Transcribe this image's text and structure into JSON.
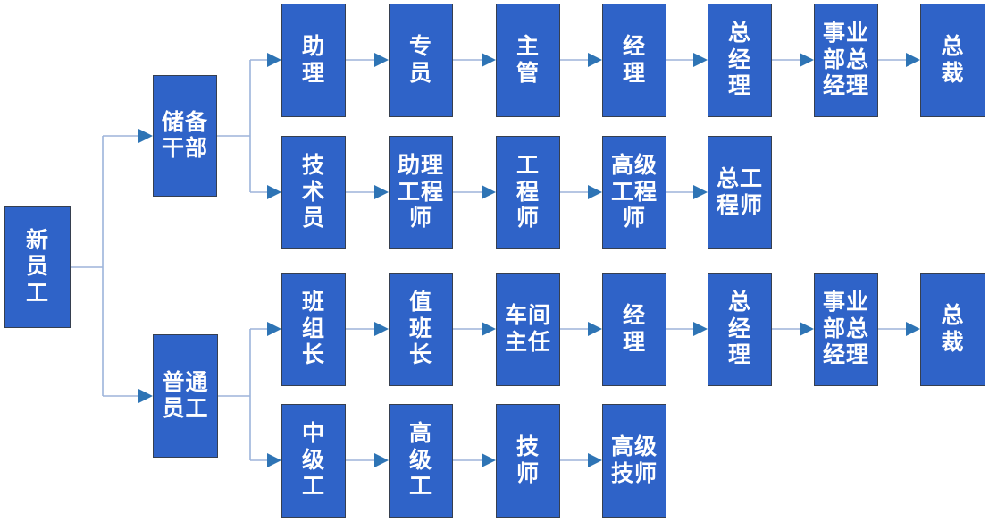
{
  "colors": {
    "box_fill": "#2f63c8",
    "box_border": "#363f4f",
    "text": "#ffffff",
    "connector_line": "#9db4da",
    "arrowhead": "#2e74b5",
    "background": "#ffffff"
  },
  "nodes": {
    "start": "新\n员\n工",
    "reserve": "储备\n干部",
    "ordinary": "普通\n员工",
    "mgmt1": "助\n理",
    "mgmt2": "专\n员",
    "mgmt3": "主\n管",
    "mgmt4": "经\n理",
    "mgmt5": "总\n经\n理",
    "mgmt6": "事业\n部总\n经理",
    "mgmt7": "总\n裁",
    "tech1": "技\n术\n员",
    "tech2": "助理\n工程\n师",
    "tech3": "工\n程\n师",
    "tech4": "高级\n工程\n师",
    "tech5": "总工\n程师",
    "ops1": "班\n组\n长",
    "ops2": "值\n班\n长",
    "ops3": "车间\n主任",
    "ops4": "经\n理",
    "ops5": "总\n经\n理",
    "ops6": "事业\n部总\n经理",
    "ops7": "总\n裁",
    "worker1": "中\n级\n工",
    "worker2": "高\n级\n工",
    "worker3": "技\n师",
    "worker4": "高级\n技师"
  },
  "edges": [
    [
      "start",
      "reserve"
    ],
    [
      "start",
      "ordinary"
    ],
    [
      "reserve",
      "mgmt1"
    ],
    [
      "reserve",
      "tech1"
    ],
    [
      "ordinary",
      "ops1"
    ],
    [
      "ordinary",
      "worker1"
    ],
    [
      "mgmt1",
      "mgmt2"
    ],
    [
      "mgmt2",
      "mgmt3"
    ],
    [
      "mgmt3",
      "mgmt4"
    ],
    [
      "mgmt4",
      "mgmt5"
    ],
    [
      "mgmt5",
      "mgmt6"
    ],
    [
      "mgmt6",
      "mgmt7"
    ],
    [
      "tech1",
      "tech2"
    ],
    [
      "tech2",
      "tech3"
    ],
    [
      "tech3",
      "tech4"
    ],
    [
      "tech4",
      "tech5"
    ],
    [
      "ops1",
      "ops2"
    ],
    [
      "ops2",
      "ops3"
    ],
    [
      "ops3",
      "ops4"
    ],
    [
      "ops4",
      "ops5"
    ],
    [
      "ops5",
      "ops6"
    ],
    [
      "ops6",
      "ops7"
    ],
    [
      "worker1",
      "worker2"
    ],
    [
      "worker2",
      "worker3"
    ],
    [
      "worker3",
      "worker4"
    ]
  ]
}
